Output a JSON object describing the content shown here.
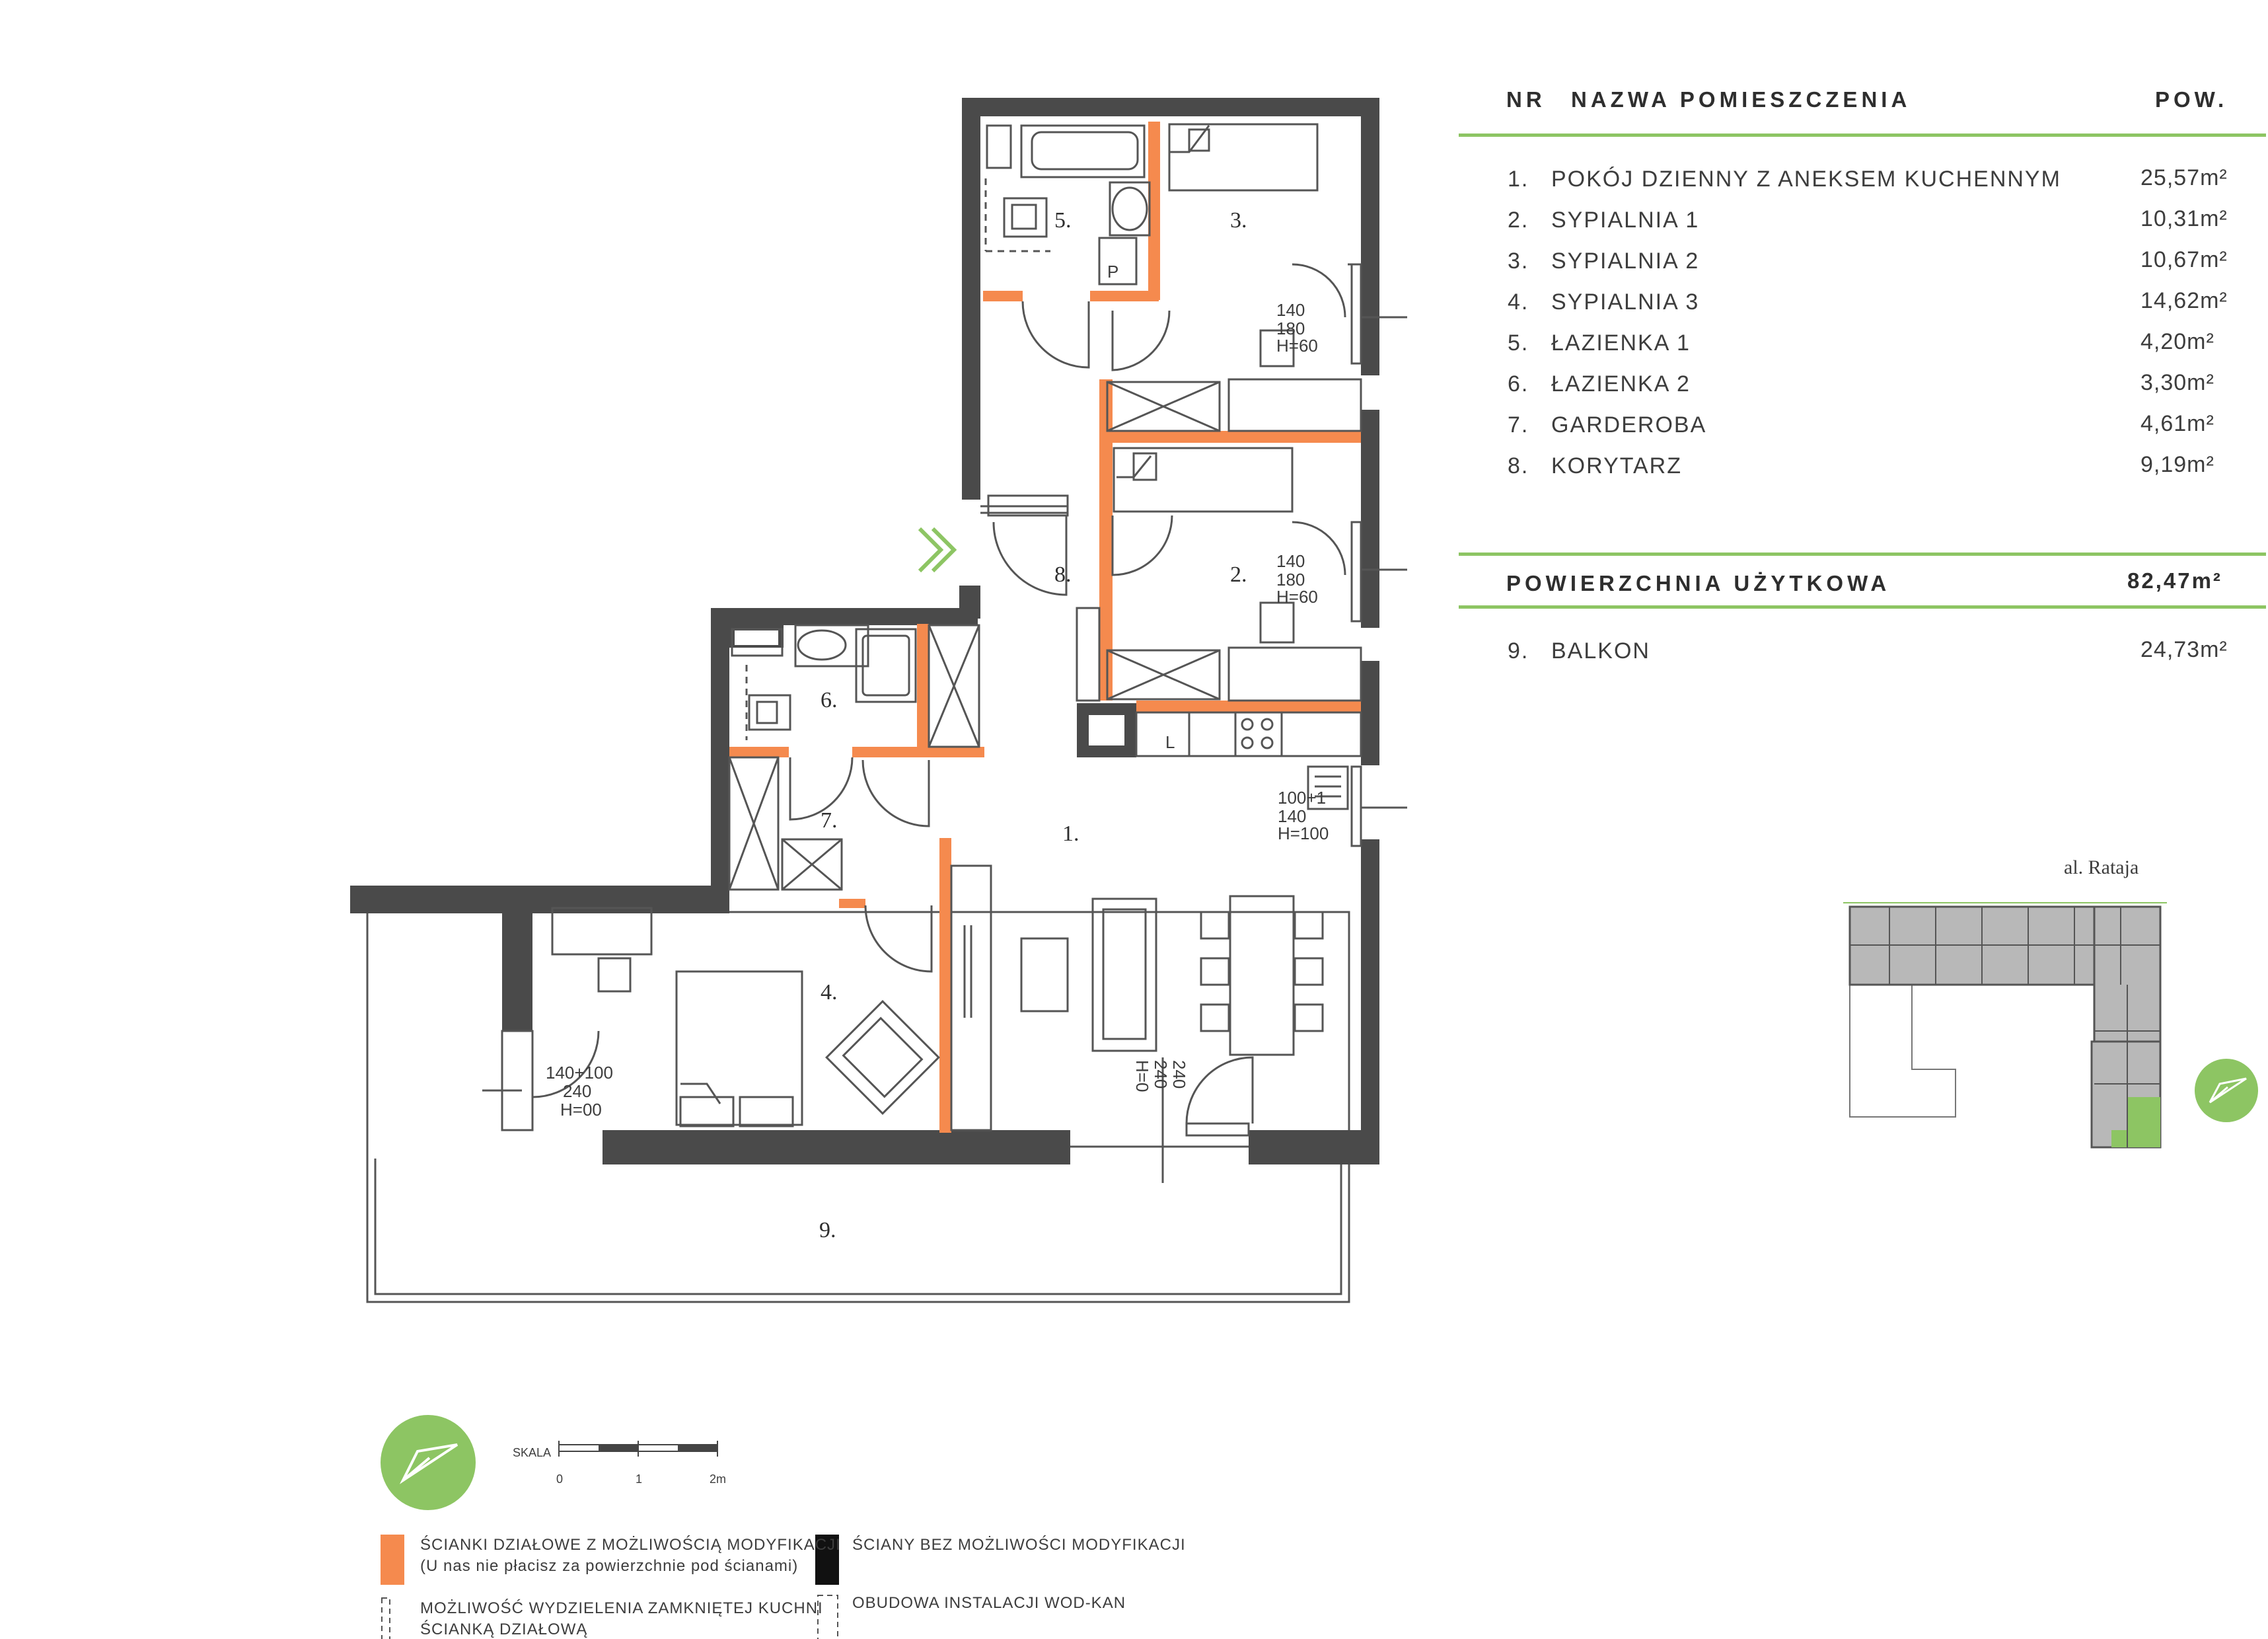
{
  "table": {
    "header_nr": "NR",
    "header_name": "NAZWA POMIESZCZENIA",
    "header_area": "POW.",
    "rooms": [
      {
        "nr": "1.",
        "name": "POKÓJ DZIENNY Z ANEKSEM KUCHENNYM",
        "area": "25,57m²"
      },
      {
        "nr": "2.",
        "name": "SYPIALNIA 1",
        "area": "10,31m²"
      },
      {
        "nr": "3.",
        "name": "SYPIALNIA 2",
        "area": "10,67m²"
      },
      {
        "nr": "4.",
        "name": "SYPIALNIA 3",
        "area": "14,62m²"
      },
      {
        "nr": "5.",
        "name": "ŁAZIENKA 1",
        "area": "4,20m²"
      },
      {
        "nr": "6.",
        "name": "ŁAZIENKA 2",
        "area": "3,30m²"
      },
      {
        "nr": "7.",
        "name": "GARDEROBA",
        "area": "4,61m²"
      },
      {
        "nr": "8.",
        "name": "KORYTARZ",
        "area": "9,19m²"
      }
    ],
    "total_label": "POWIERZCHNIA UŻYTKOWA",
    "total_area": "82,47m²",
    "balcony": {
      "nr": "9.",
      "name": "BALKON",
      "area": "24,73m²"
    }
  },
  "plan_labels": {
    "room1": "1.",
    "room2": "2.",
    "room3": "3.",
    "room4": "4.",
    "room5": "5.",
    "room6": "6.",
    "room7": "7.",
    "room8": "8.",
    "room9": "9.",
    "win_r3": [
      "140",
      "180",
      "H=60"
    ],
    "win_r2": [
      "140",
      "180",
      "H=60"
    ],
    "win_kitchen": [
      "100+1",
      "140",
      "H=100"
    ],
    "win_r4": [
      "140+100",
      "240",
      "H=00"
    ],
    "win_balcony": [
      "240",
      "240",
      "H=0"
    ],
    "fridge": "L",
    "washer": "P"
  },
  "site": {
    "street": "al. Rataja"
  },
  "scale": {
    "label": "SKALA",
    "ticks": [
      "0",
      "1",
      "2m"
    ]
  },
  "legend": {
    "orange_line1": "ŚCIANKI DZIAŁOWE Z MOŻLIWOŚCIĄ MODYFIKACJI",
    "orange_line2": "(U nas nie płacisz za powierzchnie pod ścianami)",
    "black": "ŚCIANY BEZ MOŻLIWOŚCI MODYFIKACJI",
    "dashed_kitchen_line1": "MOŻLIWOŚĆ WYDZIELENIA ZAMKNIĘTEJ KUCHNI",
    "dashed_kitchen_line2": "ŚCIANKĄ DZIAŁOWĄ",
    "dashed_install": "OBUDOWA INSTALACJI WOD-KAN"
  },
  "colors": {
    "wall": "#4a4a4a",
    "partition": "#f58a4e",
    "accent": "#8dc563",
    "line": "#555555"
  }
}
